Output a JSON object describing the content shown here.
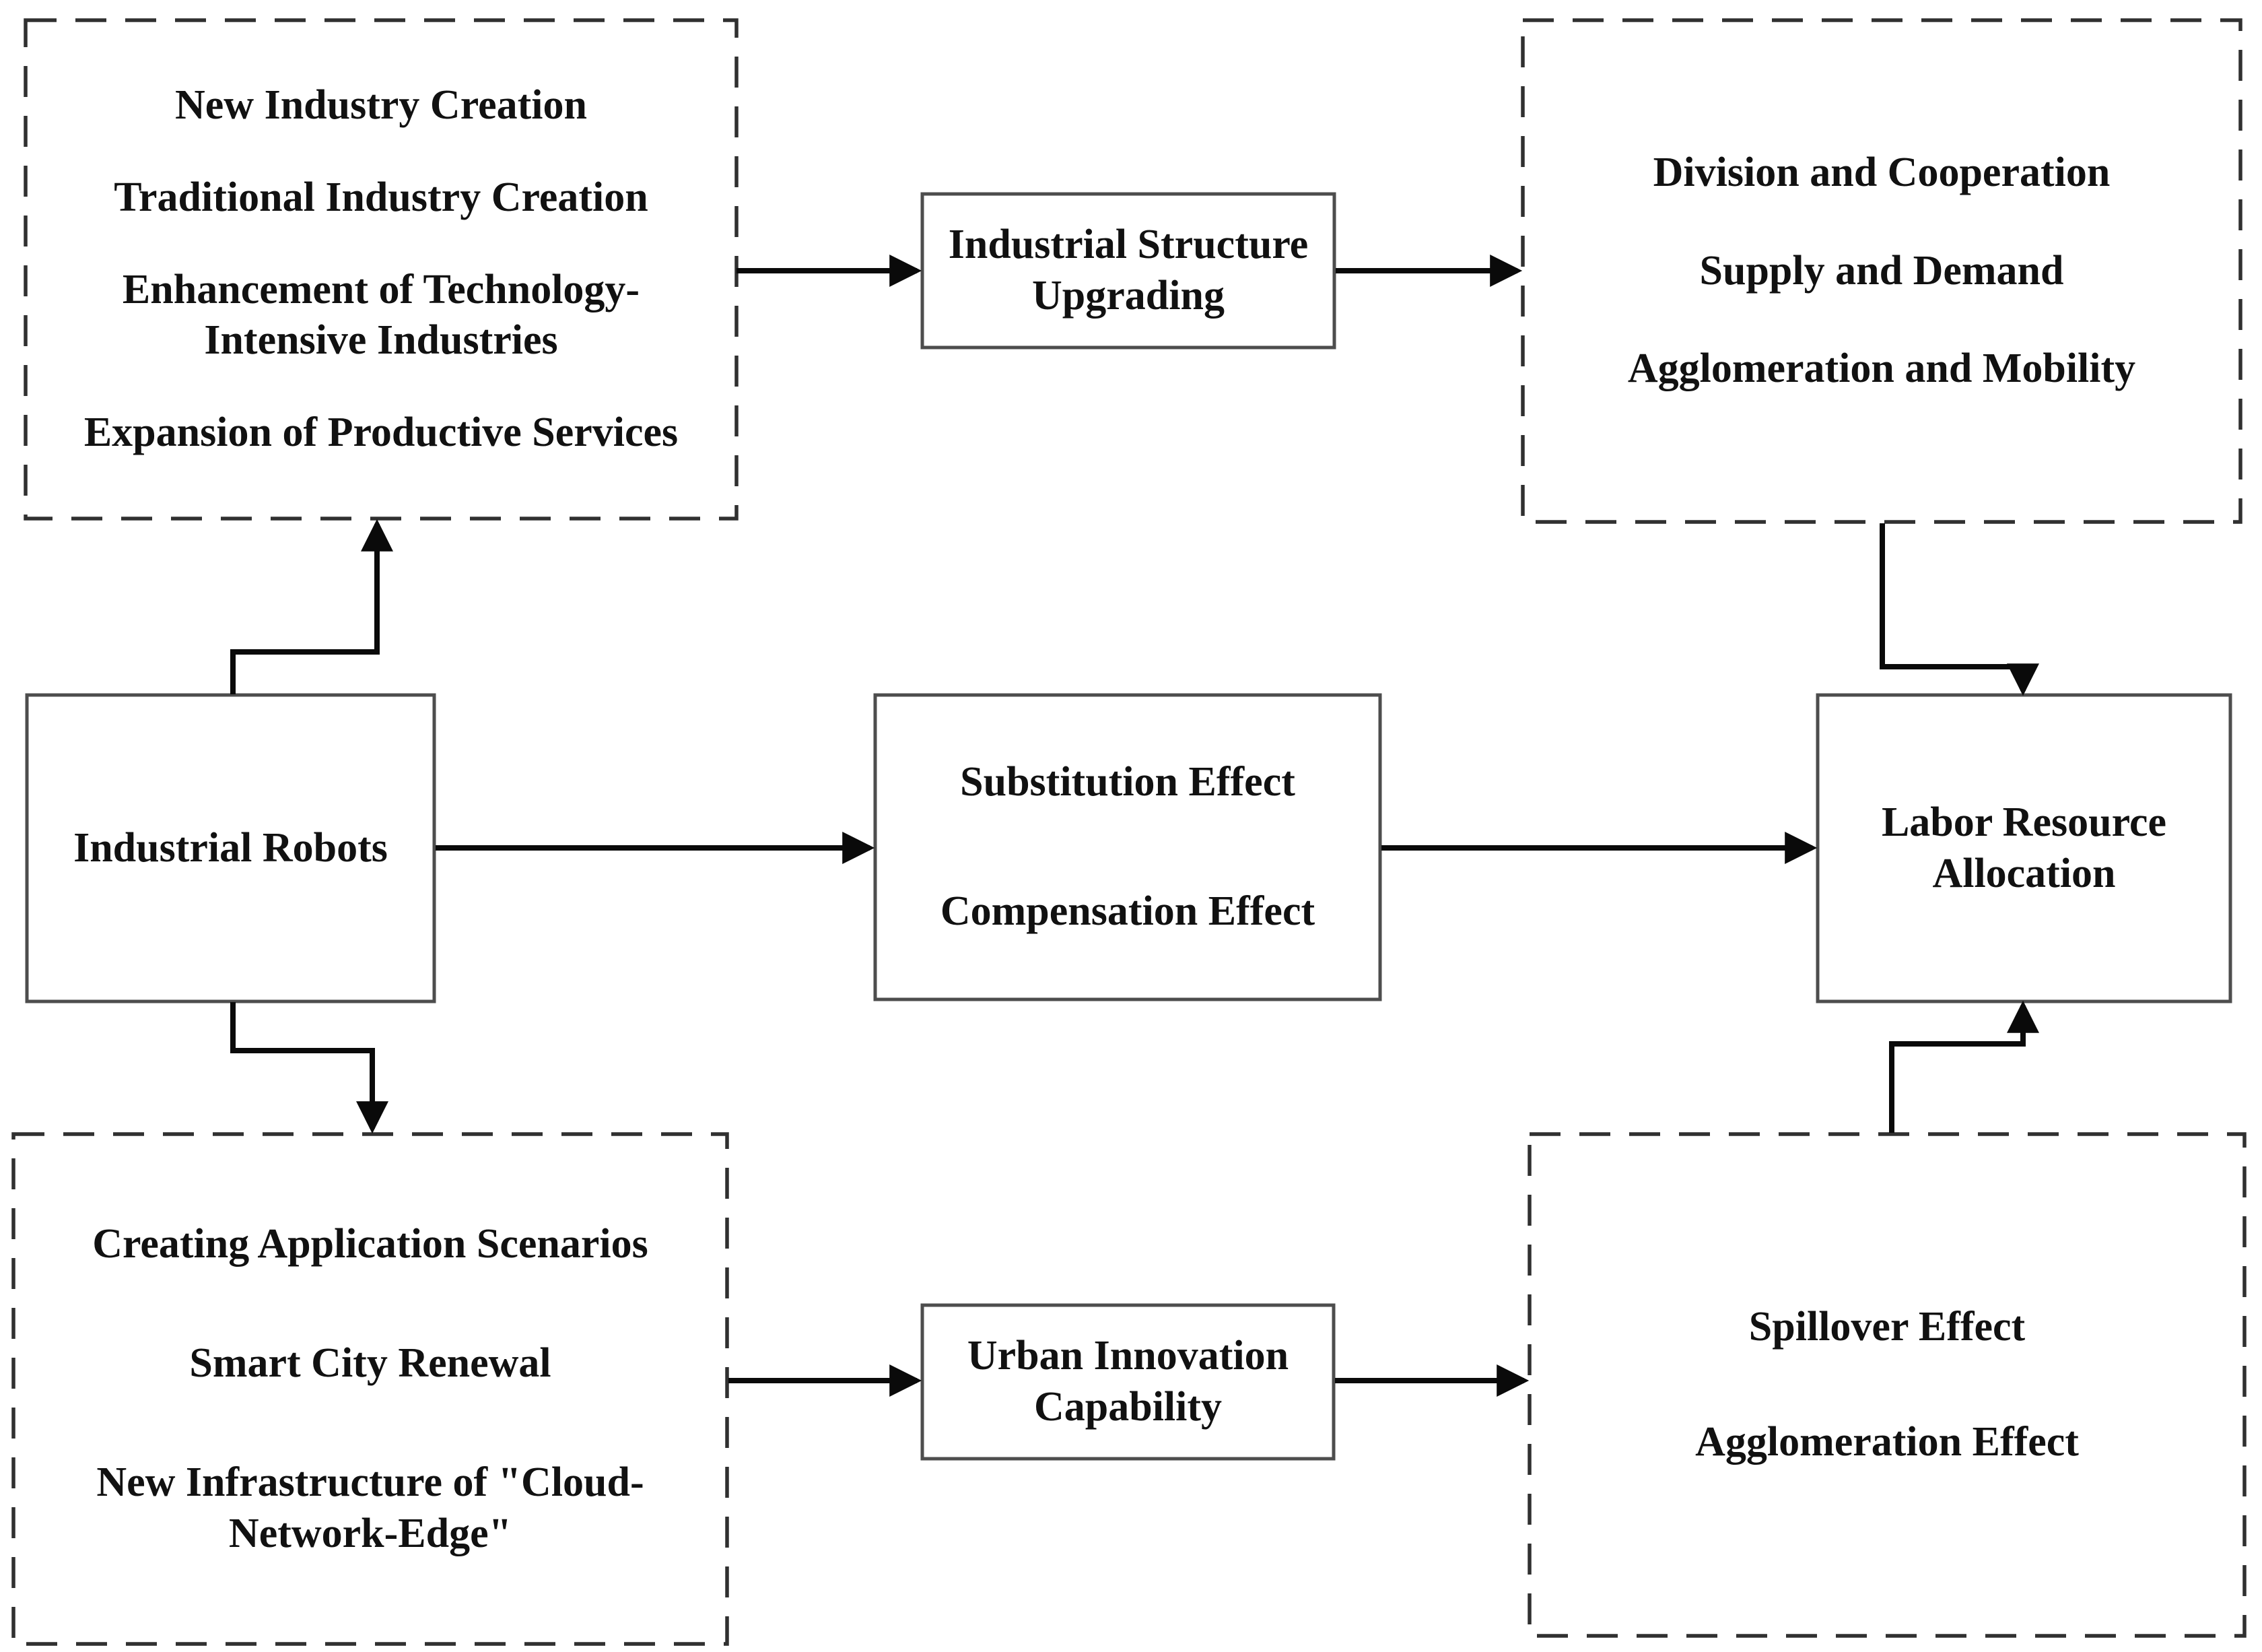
{
  "boxes": {
    "top_left": {
      "items": [
        "New Industry Creation",
        "Traditional Industry Creation",
        "Enhancement of Technology-Intensive Industries",
        "Expansion of Productive Services"
      ]
    },
    "industrial_structure_upgrading": {
      "label": "Industrial Structure Upgrading"
    },
    "top_right": {
      "items": [
        "Division and Cooperation",
        "Supply and Demand",
        "Agglomeration and Mobility"
      ]
    },
    "industrial_robots": {
      "label": "Industrial Robots"
    },
    "effects_middle": {
      "items": [
        "Substitution Effect",
        "Compensation Effect"
      ]
    },
    "labor_resource_allocation": {
      "label": "Labor Resource Allocation"
    },
    "bottom_left": {
      "items": [
        "Creating Application Scenarios",
        "Smart City Renewal",
        "New Infrastructure of \"Cloud-Network-Edge\""
      ]
    },
    "urban_innovation_capability": {
      "label": "Urban Innovation Capability"
    },
    "bottom_right": {
      "items": [
        "Spillover Effect",
        "Agglomeration Effect"
      ]
    }
  },
  "colors": {
    "line": "#0a0a0a",
    "solid_box_border": "#4d4d4d",
    "dashed_box_border": "#303030",
    "text": "#111111",
    "background": "#ffffff"
  }
}
